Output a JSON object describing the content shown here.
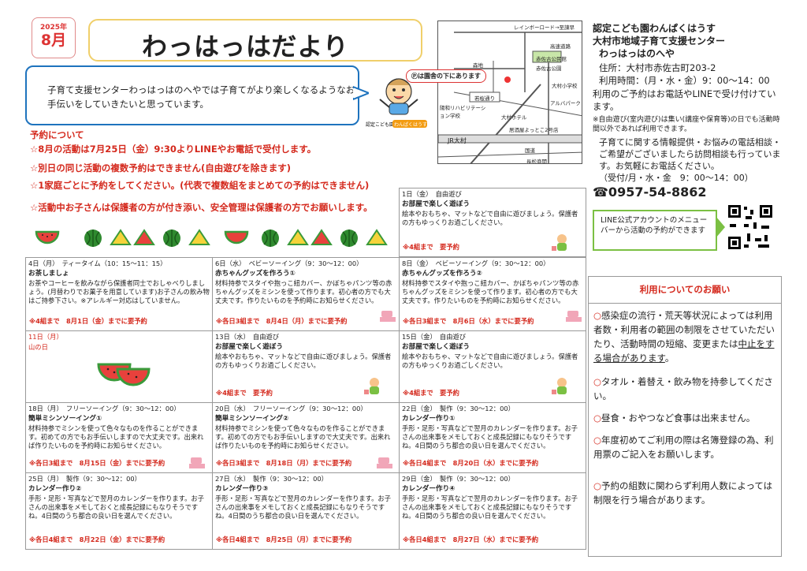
{
  "header": {
    "year": "2025年",
    "month": "8月",
    "title": "わっはっはだより"
  },
  "intro": {
    "line1": "子育て支援センターわっはっはのへやでは子育てがより楽しくなるようなお",
    "line2": "手伝いをしていきたいと思っています。"
  },
  "mascot": {
    "caption1": "認定こども園",
    "caption2": "わんぱくはうす"
  },
  "map": {
    "callout": "Ⓟは園舎の下にあります",
    "labels": [
      "レインボーロード",
      "→至諫早",
      "高速道路",
      "森地",
      "赤佐古公民館",
      "赤佐古公園",
      "大村小学校",
      "若桜通り",
      "アルバパーク",
      "陽和リハビリテーション学校",
      "大村ホテル",
      "居酒屋よっとこ2号店",
      "JR大村",
      "国道",
      "長松商開"
    ]
  },
  "info": {
    "line1": "認定こども園わんぱくはうす",
    "line2": "大村市地域子育て支援センター",
    "line3": "わっはっはのへや",
    "address": "住所：大村市赤佐古町203-2",
    "hours": "利用時間：(月・水・金）9：00～14：00",
    "reserve": "利用のご予約はお電話やLINEで受け付けています。",
    "note": "※自由遊び(室内遊び)は集い(講座や保育等)の日でも活動時間以外であれば利用できます。",
    "consult": "子育てに関する情報提供・お悩みの電話相談・ご希望がございましたら訪問相談も行っています。お気軽にお電話ください。",
    "consult_hours": "（受付/月・水・金　9：00～14：00）",
    "tel": "☎0957-54-8862"
  },
  "notices": {
    "title": "予約について",
    "n1": "☆8月の活動は7月25日（金）9:30よりLINEやお電話で受付します。",
    "n2": "☆別日の同じ活動の複数予約はできません(自由遊びを除きます)",
    "n3": "☆1家庭ごとに予約をしてください。(代表で複数組をまとめての予約はできません)",
    "n4": "☆活動中お子さんは保護者の方が付き添い、安全管理は保護者の方でお願いします。"
  },
  "line_box": {
    "text": "LINE公式アカウントのメニューバーから活動の予約ができます"
  },
  "request": {
    "title": "利用についてのお願い",
    "r1a": "感染症の流行・荒天等状況によっては利用者数・利用者の範囲の制限をさせていただいたり、活動時間の短縮、変更または",
    "r1b": "中止をする場合があります",
    "r1c": "。",
    "r2": "タオル・着替え・飲み物を持参してください。",
    "r3": "昼食・おやつなど食事は出来ません。",
    "r4": "年度初めてご利用の際は名簿登録の為、利用票のご記入をお願いします。",
    "r5": "予約の組数に関わらず利用人数によっては制限を行う場合があります。"
  },
  "calendar": [
    {
      "date": "1日（金）　自由遊び",
      "title": "お部屋で楽しく遊ぼう",
      "desc": "絵本やおもちゃ、マットなどで自由に遊びましょう。保護者の方もゆっくりお過ごしください。",
      "reserve": "※4組まで　要予約"
    },
    {
      "date": "4日（月）　ティータイム（10：15～11：15）",
      "title": "お茶しましょ",
      "desc": "お茶やコーヒーを飲みながら保護者同士でおしゃべりしましょう。(月替わりでお菓子を用意しています)お子さんの飲み物はご持参下さい。※アレルギー対応はしていません。",
      "reserve": "※4組まで　8月1日（金）までに要予約"
    },
    {
      "date": "6日（水）　ベビーソーイング（9：30～12：00）",
      "title": "赤ちゃんグッズを作ろう①",
      "desc": "材料持参でスタイや抱っこ紐カバー、かぼちゃパンツ等の赤ちゃんグッズをミシンを使って作ります。初心者の方でも大丈夫です。作りたいものを予約時にお知らせください。",
      "reserve": "※各日3組まで　8月4日（月）までに要予約"
    },
    {
      "date": "8日（金）　ベビーソーイング（9：30～12：00）",
      "title": "赤ちゃんグッズを作ろう②",
      "desc": "材料持参でスタイや抱っこ紐カバー、かぼちゃパンツ等の赤ちゃんグッズをミシンを使って作ります。初心者の方でも大丈夫です。作りたいものを予約時にお知らせください。",
      "reserve": "※各日3組まで　8月6日（水）までに要予約"
    },
    {
      "date": "11日（月）",
      "title": "山の日",
      "desc": "",
      "reserve": ""
    },
    {
      "date": "13日（水）　自由遊び",
      "title": "お部屋で楽しく遊ぼう",
      "desc": "絵本やおもちゃ、マットなどで自由に遊びましょう。保護者の方もゆっくりお過ごしください。",
      "reserve": "※4組まで　要予約"
    },
    {
      "date": "15日（金）　自由遊び",
      "title": "お部屋で楽しく遊ぼう",
      "desc": "絵本やおもちゃ、マットなどで自由に遊びましょう。保護者の方もゆっくりお過ごしください。",
      "reserve": "※4組まで　要予約"
    },
    {
      "date": "18日（月）　フリーソーイング（9：30～12：00）",
      "title": "簡単ミシンソーイング①",
      "desc": "材料持参でミシンを使って色々なものを作ることができます。初めての方でもお手伝いしますので大丈夫です。出来れば作りたいものを予約時にお知らせください。",
      "reserve": "※各日3組まで　8月15日（金）までに要予約"
    },
    {
      "date": "20日（水）　フリーソーイング（9：30～12：00）",
      "title": "簡単ミシンソーイング②",
      "desc": "材料持参でミシンを使って色々なものを作ることができます。初めての方でもお手伝いしますので大丈夫です。出来れば作りたいものを予約時にお知らせください。",
      "reserve": "※各日3組まで　8月18日（月）までに要予約"
    },
    {
      "date": "22日（金）　製作（9：30～12：00）",
      "title": "カレンダー作り①",
      "desc": "手形・足形・写真などで翌月のカレンダーを作ります。お子さんの出来事をメモしておくと成長記録にもなりそうですね。4日間のうち都合の良い日を選んでください。",
      "reserve": "※各日4組まで　8月20日（水）までに要予約"
    },
    {
      "date": "25日（月）　製作（9：30～12：00）",
      "title": "カレンダー作り②",
      "desc": "手形・足形・写真などで翌月のカレンダーを作ります。お子さんの出来事をメモしておくと成長記録にもなりそうですね。4日間のうち都合の良い日を選んでください。",
      "reserve": "※各日4組まで　8月22日（金）までに要予約"
    },
    {
      "date": "27日（水）　製作（9：30～12：00）",
      "title": "カレンダー作り③",
      "desc": "手形・足形・写真などで翌月のカレンダーを作ります。お子さんの出来事をメモしておくと成長記録にもなりそうですね。4日間のうち都合の良い日を選んでください。",
      "reserve": "※各日4組まで　8月25日（月）までに要予約"
    },
    {
      "date": "29日（金）　製作（9：30～12：00）",
      "title": "カレンダー作り④",
      "desc": "手形・足形・写真などで翌月のカレンダーを作ります。お子さんの出来事をメモしておくと成長記録にもなりそうですね。4日間のうち都合の良い日を選んでください。",
      "reserve": "※各日4組まで　8月27日（水）までに要予約"
    }
  ]
}
